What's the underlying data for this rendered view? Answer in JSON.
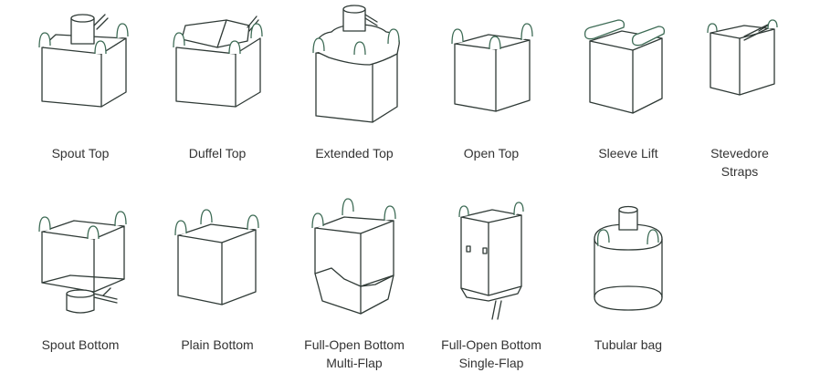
{
  "colors": {
    "line": "#2f3a36",
    "loop": "#3d6b55",
    "text": "#333333"
  },
  "bags": [
    {
      "icon": "spout-top-bag-icon",
      "label": [
        "Spout Top"
      ]
    },
    {
      "icon": "duffel-top-bag-icon",
      "label": [
        "Duffel Top"
      ]
    },
    {
      "icon": "extended-top-bag-icon",
      "label": [
        "Extended Top"
      ]
    },
    {
      "icon": "open-top-bag-icon",
      "label": [
        "Open Top"
      ]
    },
    {
      "icon": "sleeve-lift-bag-icon",
      "label": [
        "Sleeve Lift"
      ]
    },
    {
      "icon": "stevedore-straps-bag-icon",
      "label": [
        "Stevedore",
        "Straps"
      ]
    },
    {
      "icon": "spout-bottom-bag-icon",
      "label": [
        "Spout Bottom"
      ]
    },
    {
      "icon": "plain-bottom-bag-icon",
      "label": [
        "Plain Bottom"
      ]
    },
    {
      "icon": "full-open-multi-flap-bag-icon",
      "label": [
        "Full-Open Bottom",
        "Multi-Flap"
      ]
    },
    {
      "icon": "full-open-single-flap-bag-icon",
      "label": [
        "Full-Open Bottom",
        "Single-Flap"
      ]
    },
    {
      "icon": "tubular-bag-icon",
      "label": [
        "Tubular bag"
      ]
    }
  ]
}
